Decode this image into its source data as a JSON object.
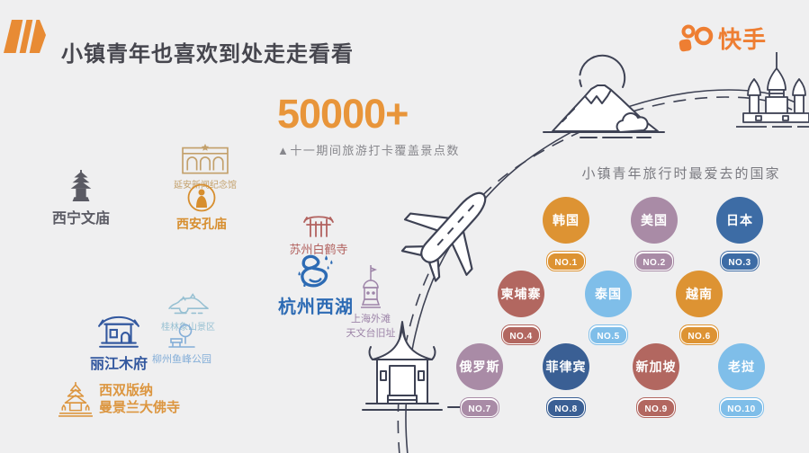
{
  "palette": {
    "background": "#EFEFF0",
    "ink": "#3E4254",
    "accent_orange": "#E8953A",
    "brand_orange": "#EE7E32",
    "title_gray": "#46464E"
  },
  "header": {
    "title": "小镇青年也喜欢到处走走看看",
    "brand_name": "快手"
  },
  "stat": {
    "value": "50000+",
    "caption": "▲十一期间旅游打卡覆盖景点数"
  },
  "landmarks": [
    {
      "label": "西宁文庙",
      "color": "#5A5A63"
    },
    {
      "label": "延安新闻纪念馆",
      "color": "#C3A06B"
    },
    {
      "label": "西安孔庙",
      "color": "#D78E2E"
    },
    {
      "label": "苏州白鹤寺",
      "color": "#B2625F"
    },
    {
      "label": "杭州西湖",
      "color": "#2D6BB4"
    },
    {
      "line1": "上海外滩",
      "line2": "天文台旧址",
      "color": "#9D84A8"
    },
    {
      "label": "丽江木府",
      "color": "#33589F"
    },
    {
      "label": "桂林象山景区",
      "color": "#97C0D2"
    },
    {
      "label": "柳州鱼峰公园",
      "color": "#84AED8"
    },
    {
      "line1": "西双版纳",
      "line2": "曼景兰大佛寺",
      "color": "#DC9640"
    }
  ],
  "chart_data": {
    "type": "ranking-bubbles",
    "title": "小镇青年旅行时最爱去的国家",
    "legend_position": "none",
    "items": [
      {
        "name": "韩国",
        "rank": "NO.1",
        "value": 1,
        "color": "#DD9333"
      },
      {
        "name": "美国",
        "rank": "NO.2",
        "value": 2,
        "color": "#A98BA6"
      },
      {
        "name": "日本",
        "rank": "NO.3",
        "value": 3,
        "color": "#3D6CA5"
      },
      {
        "name": "柬埔寨",
        "rank": "NO.4",
        "value": 4,
        "color": "#B26760"
      },
      {
        "name": "泰国",
        "rank": "NO.5",
        "value": 5,
        "color": "#7FBEE9"
      },
      {
        "name": "越南",
        "rank": "NO.6",
        "value": 6,
        "color": "#DD9333"
      },
      {
        "name": "俄罗斯",
        "rank": "NO.7",
        "value": 7,
        "color": "#A98BA6"
      },
      {
        "name": "菲律宾",
        "rank": "NO.8",
        "value": 8,
        "color": "#3A5F94"
      },
      {
        "name": "新加坡",
        "rank": "NO.9",
        "value": 9,
        "color": "#B26760"
      },
      {
        "name": "老挝",
        "rank": "NO.10",
        "value": 10,
        "color": "#7FBEE9"
      }
    ],
    "annotation": "50000+ ▲十一期间旅游打卡覆盖景点数"
  }
}
